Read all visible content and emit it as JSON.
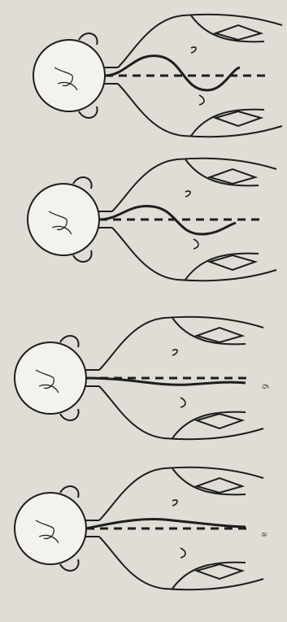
{
  "figures": [
    {
      "id": "fig-1",
      "caption": ""
    },
    {
      "id": "fig-2",
      "caption": ""
    },
    {
      "id": "fig-3",
      "caption": "б"
    },
    {
      "id": "fig-4",
      "caption": "а"
    }
  ],
  "colors": {
    "paper": "#dfddd6",
    "ink": "#1e1e1e",
    "dashed": "#1e1e1e"
  }
}
